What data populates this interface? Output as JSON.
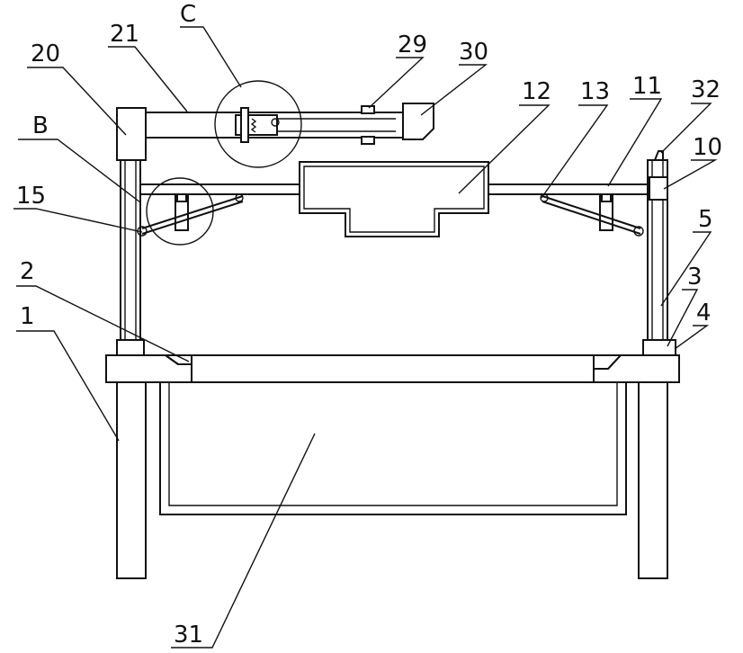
{
  "labels": {
    "l1": "1",
    "l2": "2",
    "l3": "3",
    "l4": "4",
    "l5": "5",
    "l10": "10",
    "l11": "11",
    "l12": "12",
    "l13": "13",
    "l15": "15",
    "l20": "20",
    "l21": "21",
    "l29": "29",
    "l30": "30",
    "l31": "31",
    "l32": "32",
    "lB": "B",
    "lC": "C"
  }
}
